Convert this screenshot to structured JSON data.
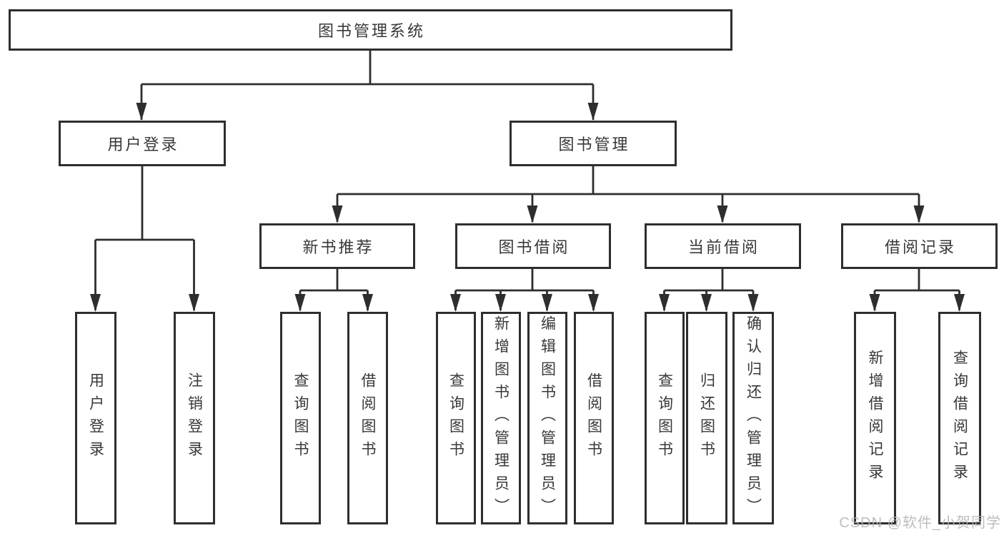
{
  "root": {
    "label": "图书管理系统"
  },
  "branches": {
    "user": {
      "label": "用户登录",
      "children": [
        {
          "label": "用户登录"
        },
        {
          "label": "注销登录"
        }
      ]
    },
    "mgmt": {
      "label": "图书管理",
      "groups": [
        {
          "label": "新书推荐",
          "children": [
            {
              "label": "查询图书"
            },
            {
              "label": "借阅图书"
            }
          ]
        },
        {
          "label": "图书借阅",
          "children": [
            {
              "label": "查询图书"
            },
            {
              "label": "新增图书（管理员）"
            },
            {
              "label": "编辑图书（管理员）"
            },
            {
              "label": "借阅图书"
            }
          ]
        },
        {
          "label": "当前借阅",
          "children": [
            {
              "label": "查询图书"
            },
            {
              "label": "归还图书"
            },
            {
              "label": "确认归还（管理员）"
            }
          ]
        },
        {
          "label": "借阅记录",
          "children": [
            {
              "label": "新增借阅记录"
            },
            {
              "label": "查询借阅记录"
            }
          ]
        }
      ]
    }
  },
  "watermark": {
    "text": "CSDN @软件_小贺同学"
  },
  "colors": {
    "line": "#2e2e2e",
    "box_background": "#ffffff",
    "text": "#383838",
    "watermark": "#b2b2b2"
  }
}
